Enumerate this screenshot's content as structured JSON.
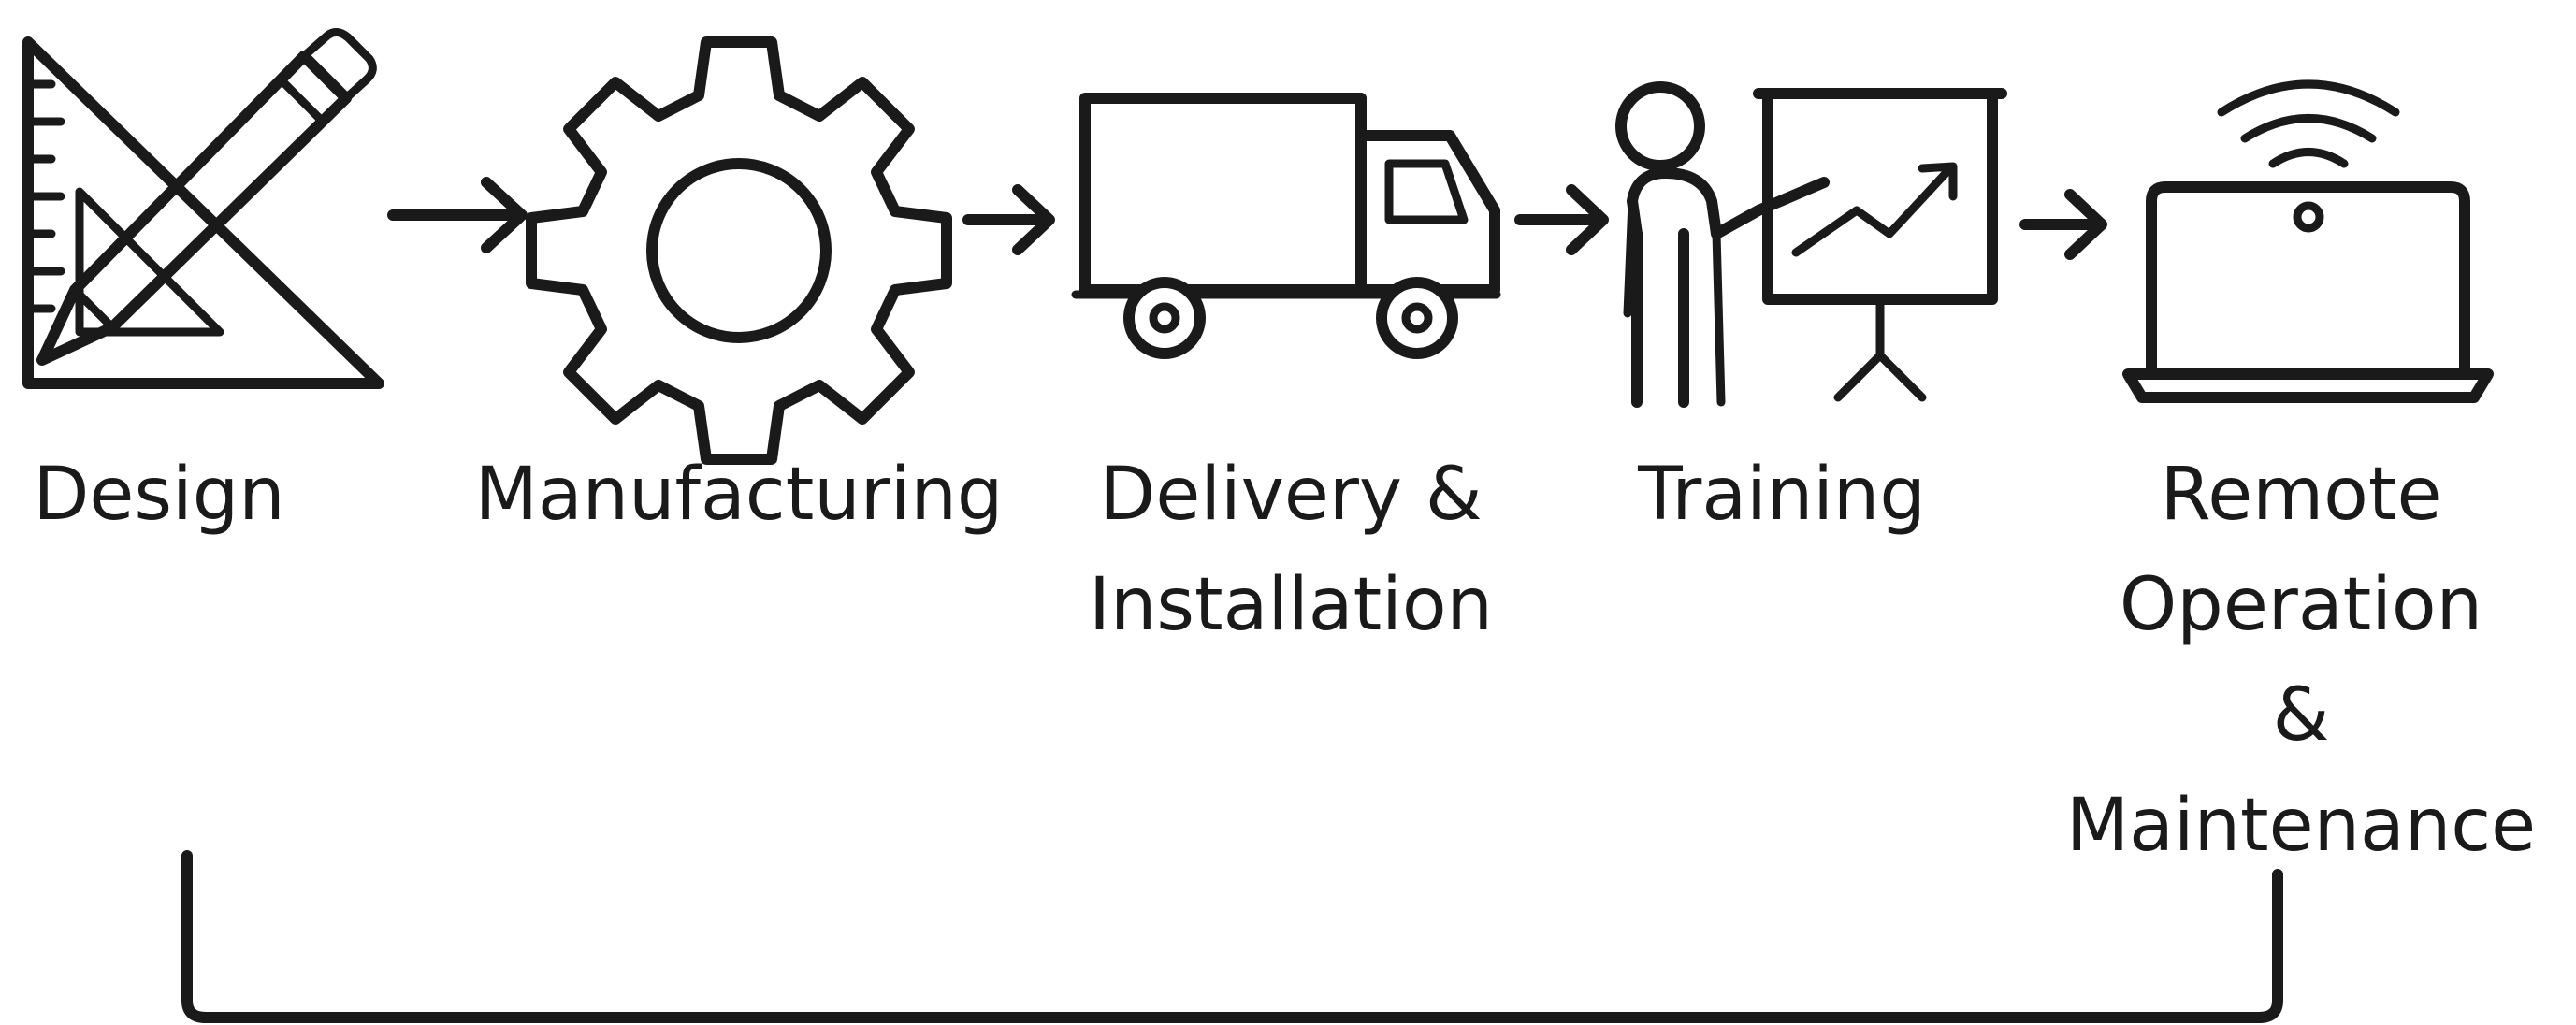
{
  "steps": [
    {
      "label": "Design",
      "icon": "drafting-pencil-triangle-icon"
    },
    {
      "label": "Manufacturing",
      "icon": "gear-icon"
    },
    {
      "label": "Delivery &\nInstallation",
      "icon": "truck-icon"
    },
    {
      "label": "Training",
      "icon": "presenter-chart-icon"
    },
    {
      "label": "Remote\nOperation\n&\nMaintenance",
      "icon": "laptop-wifi-icon"
    }
  ],
  "connectors": [
    "arrow-icon",
    "arrow-icon",
    "arrow-icon",
    "arrow-icon"
  ],
  "bracket": "lifecycle-bracket",
  "colors": {
    "ink": "#1a1a1a",
    "background": "#ffffff"
  }
}
